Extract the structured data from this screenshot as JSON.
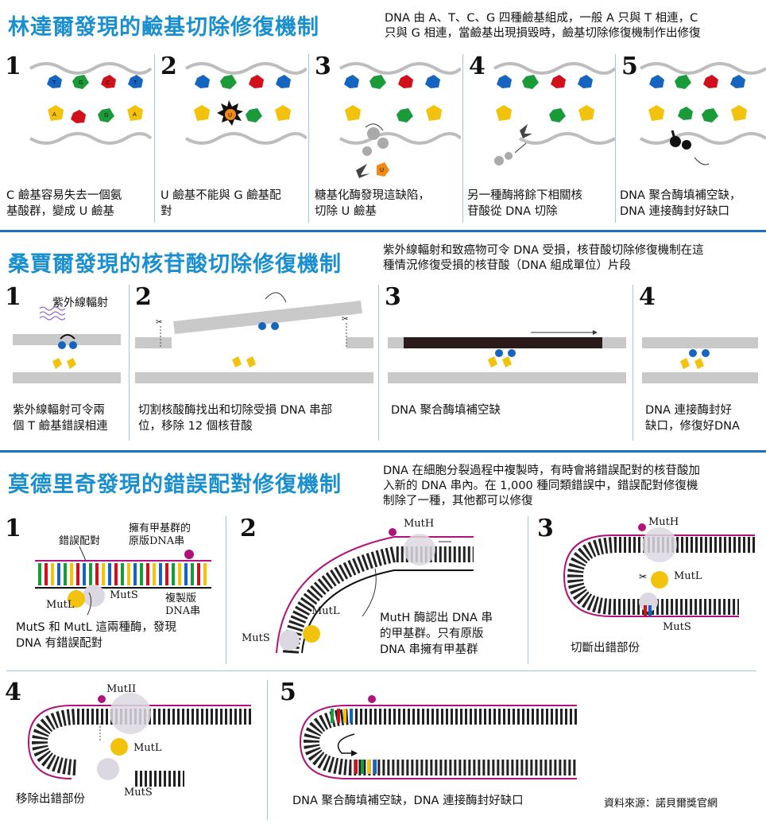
{
  "section1": {
    "title": "林達爾發現的鹼基切除修復機制",
    "desc_line1": "DNA 由 A、T、C、G 四種鹼基組成，一般 A 只與 T 相連，C",
    "desc_line2": "只與 G 相連，當鹼基出現損毀時，鹼基切除修復機制作出修復",
    "steps": [
      {
        "num": "1",
        "cap1": "C 鹼基容易失去一個氨",
        "cap2": "基酸群，變成 U 鹼基"
      },
      {
        "num": "2",
        "cap1": "U 鹼基不能與 G 鹼基配",
        "cap2": "對"
      },
      {
        "num": "3",
        "cap1": "糖基化酶發現這缺陷，",
        "cap2": "切除 U 鹼基"
      },
      {
        "num": "4",
        "cap1": "另一種酶將餘下相關核",
        "cap2": "苷酸從 DNA 切除"
      },
      {
        "num": "5",
        "cap1": "DNA 聚合酶填補空缺，",
        "cap2": "DNA 連接酶封好缺口"
      }
    ],
    "base_letters": {
      "T": "T",
      "G": "G",
      "C": "C",
      "A": "A",
      "U": "U"
    }
  },
  "section2": {
    "title": "桑賈爾發現的核苷酸切除修復機制",
    "desc_line1": "紫外線輻射和致癌物可令 DNA 受損，核苷酸切除修復機制在這",
    "desc_line2": "種情況修復受損的核苷酸（DNA 組成單位）片段",
    "uv_label": "紫外線輻射",
    "steps": [
      {
        "num": "1",
        "cap1": "紫外線輻射可令兩",
        "cap2": "個 T 鹼基錯誤相連"
      },
      {
        "num": "2",
        "cap1": "切割核酸酶找出和切除受損 DNA 串部",
        "cap2": "位，移除 12 個核苷酸"
      },
      {
        "num": "3",
        "cap1": "DNA 聚合酶填補空缺",
        "cap2": ""
      },
      {
        "num": "4",
        "cap1": "DNA 連接酶封好",
        "cap2": "缺口，修復好DNA"
      }
    ]
  },
  "section3": {
    "title": "莫德里奇發現的錯誤配對修復機制",
    "desc_line1": "DNA 在細胞分裂過程中複製時，有時會將錯誤配對的核苷酸加",
    "desc_line2": "入新的 DNA 串內。在 1,000 種同類錯誤中，錯誤配對修復機",
    "desc_line3": "制除了一種，其他都可以修復",
    "labels": {
      "mismatch": "錯誤配對",
      "methyl_1": "擁有甲基群的",
      "methyl_2": "原版DNA串",
      "copy_1": "複製版",
      "copy_2": "DNA串",
      "mutS": "MutS",
      "mutL": "MutL",
      "mutH": "MutH",
      "mutH_alt": "MutII"
    },
    "steps": [
      {
        "num": "1",
        "cap1": "MutS 和 MutL 這兩種酶，發現",
        "cap2": "DNA 有錯誤配對"
      },
      {
        "num": "2",
        "cap1": "MutH 酶認出 DNA 串",
        "cap2": "的甲基群。只有原版",
        "cap3": "DNA 串擁有甲基群"
      },
      {
        "num": "3",
        "cap1": "切斷出錯部份"
      },
      {
        "num": "4",
        "cap1": "移除出錯部份"
      },
      {
        "num": "5",
        "cap1": "DNA 聚合酶填補空缺，DNA 連接酶封好缺口"
      }
    ],
    "source": "資料來源：諾貝爾獎官網"
  },
  "colors": {
    "title_blue": "#1a8fd0",
    "rule_blue": "#1c6fc2",
    "base_blue": "#1565c0",
    "base_green": "#1b9a3a",
    "base_red": "#d0101a",
    "base_yellow": "#f2c20c",
    "base_orange": "#f08a12",
    "methyl_magenta": "#b0137a",
    "strand_gray": "#c9c9c9",
    "enzyme_gray": "#d7d3df"
  }
}
